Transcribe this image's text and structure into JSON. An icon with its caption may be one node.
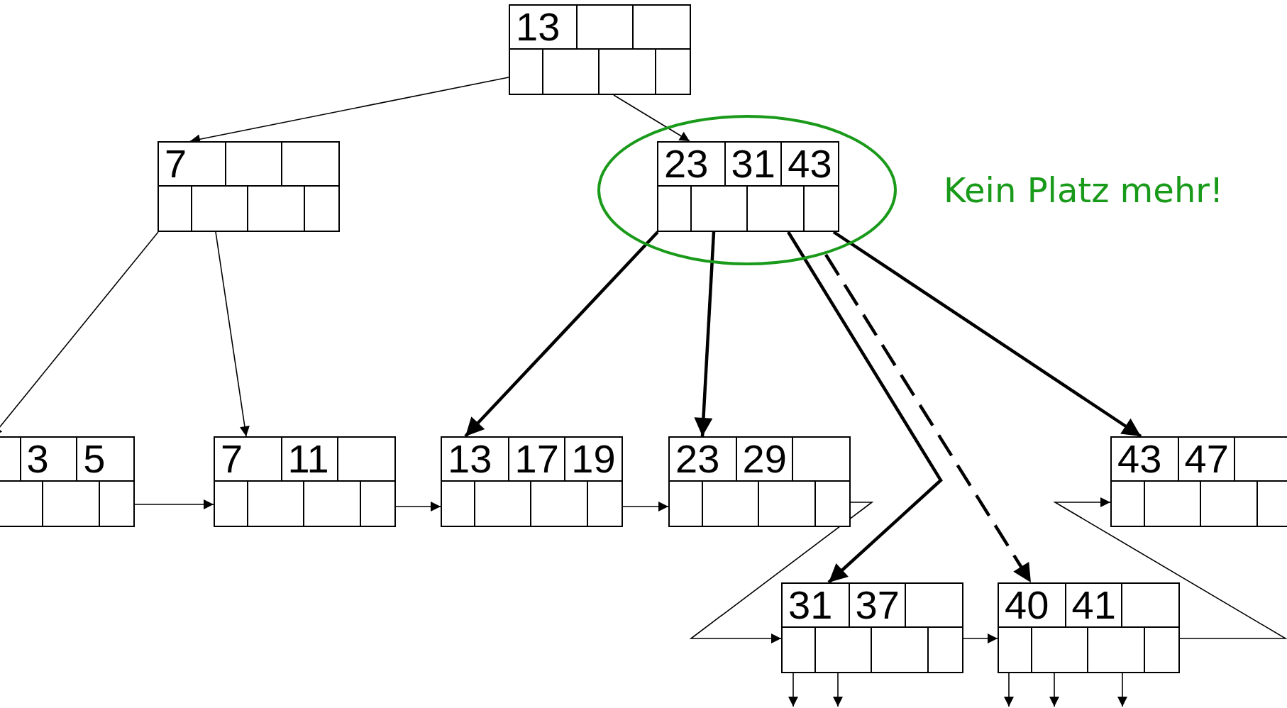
{
  "diagram": {
    "nodes": [
      {
        "text": [
          "13"
        ]
      },
      {
        "text": [
          "7"
        ]
      },
      {
        "text": [
          "23",
          "31",
          "43"
        ]
      },
      {
        "text": [
          "3",
          "5"
        ]
      },
      {
        "text": [
          "7",
          "11"
        ]
      },
      {
        "text": [
          "13",
          "17",
          "19"
        ]
      },
      {
        "text": [
          "23",
          "29"
        ]
      },
      {
        "text": [
          "43",
          "47"
        ]
      },
      {
        "text": [
          "31",
          "37"
        ]
      },
      {
        "text": [
          "40",
          "41"
        ]
      }
    ],
    "edges": [
      {
        "from": 0,
        "to": 1,
        "arrow": "to"
      },
      {
        "from": 0,
        "to": 2,
        "arrow": "to"
      },
      {
        "from": 1,
        "to": 3,
        "arrow": "to"
      },
      {
        "from": 1,
        "to": 4,
        "arrow": "to"
      },
      {
        "from": 2,
        "to": 5,
        "arrow": "to",
        "style": "thick"
      },
      {
        "from": 2,
        "to": 6,
        "arrow": "to",
        "style": "thick"
      },
      {
        "from": 2,
        "to": 8,
        "arrow": "to",
        "style": "thick"
      },
      {
        "from": 2,
        "to": 9,
        "arrow": "to",
        "style": "dashed"
      },
      {
        "from": 2,
        "to": 7,
        "arrow": "to",
        "style": "thick"
      },
      {
        "from": 3,
        "to": 4,
        "arrow": "to"
      },
      {
        "from": 4,
        "to": 5,
        "arrow": "to"
      },
      {
        "from": 5,
        "to": 6,
        "arrow": "to"
      },
      {
        "from": 6,
        "to": 8,
        "arrow": "to"
      },
      {
        "from": 8,
        "to": 9,
        "arrow": "to"
      },
      {
        "from": 9,
        "to": 7,
        "arrow": "to"
      },
      {
        "from": 8,
        "to": null,
        "arrow": "to"
      },
      {
        "from": 8,
        "to": null,
        "arrow": "to"
      },
      {
        "from": 9,
        "to": null,
        "arrow": "to"
      },
      {
        "from": 9,
        "to": null,
        "arrow": "to"
      },
      {
        "from": 9,
        "to": null,
        "arrow": "to"
      }
    ],
    "labels": [
      "Kein Platz mehr!"
    ]
  }
}
